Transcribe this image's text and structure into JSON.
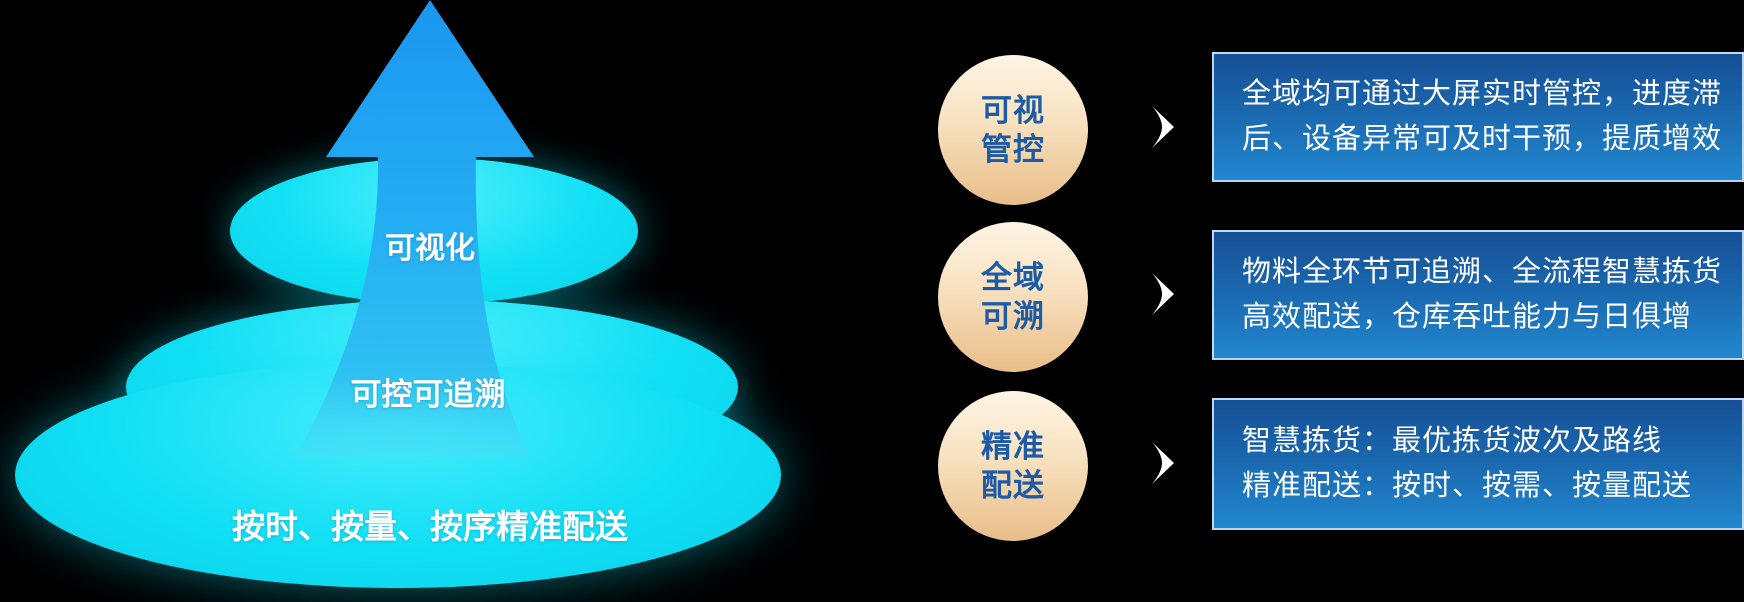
{
  "pyramid": {
    "levels": [
      {
        "label": "可视化"
      },
      {
        "label": "可控可追溯"
      },
      {
        "label": "按时、按量、按序精准配送"
      }
    ]
  },
  "rows": [
    {
      "badge": {
        "line1": "可视",
        "line2": "管控"
      },
      "desc": {
        "line1": "全域均可通过大屏实时管控，进度滞",
        "line2": "后、设备异常可及时干预，提质增效"
      }
    },
    {
      "badge": {
        "line1": "全域",
        "line2": "可溯"
      },
      "desc": {
        "line1": "物料全环节可追溯、全流程智慧拣货",
        "line2": "高效配送，仓库吞吐能力与日俱增"
      }
    },
    {
      "badge": {
        "line1": "精准",
        "line2": "配送"
      },
      "desc": {
        "line1": "智慧拣货：最优拣货波次及路线",
        "line2": "精准配送：按时、按需、按量配送"
      }
    }
  ],
  "colors": {
    "background": "#000000",
    "ellipse_cyan": "#0fdff4",
    "arrow_blue": "#1e9ff2",
    "badge_gradient_top": "#fdf2e0",
    "badge_gradient_bottom": "#e9bd88",
    "badge_text": "#1e5ba5",
    "box_gradient_top": "#164f95",
    "box_gradient_bottom": "#2187ce",
    "box_border": "#d6ecfc",
    "box_text": "#ffffff",
    "chevron": "#ffffff",
    "pyramid_text": "#ffffff"
  }
}
